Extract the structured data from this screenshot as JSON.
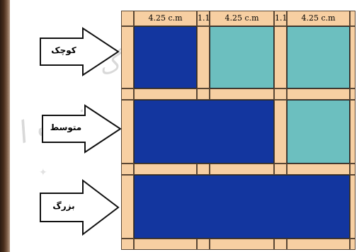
{
  "dimensions": {
    "panel": "4.25 c.m",
    "gap": "1.1"
  },
  "rows": [
    {
      "label": "کوچک",
      "blocks": [
        "dark",
        "teal",
        "teal"
      ]
    },
    {
      "label": "متوسط",
      "blocks": [
        "dark-wide",
        "teal"
      ]
    },
    {
      "label": "بزرگ",
      "blocks": [
        "dark-full"
      ]
    }
  ],
  "colors": {
    "frame": "#f7cfa2",
    "dark_block": "#13369f",
    "light_block": "#6cbfbf"
  }
}
